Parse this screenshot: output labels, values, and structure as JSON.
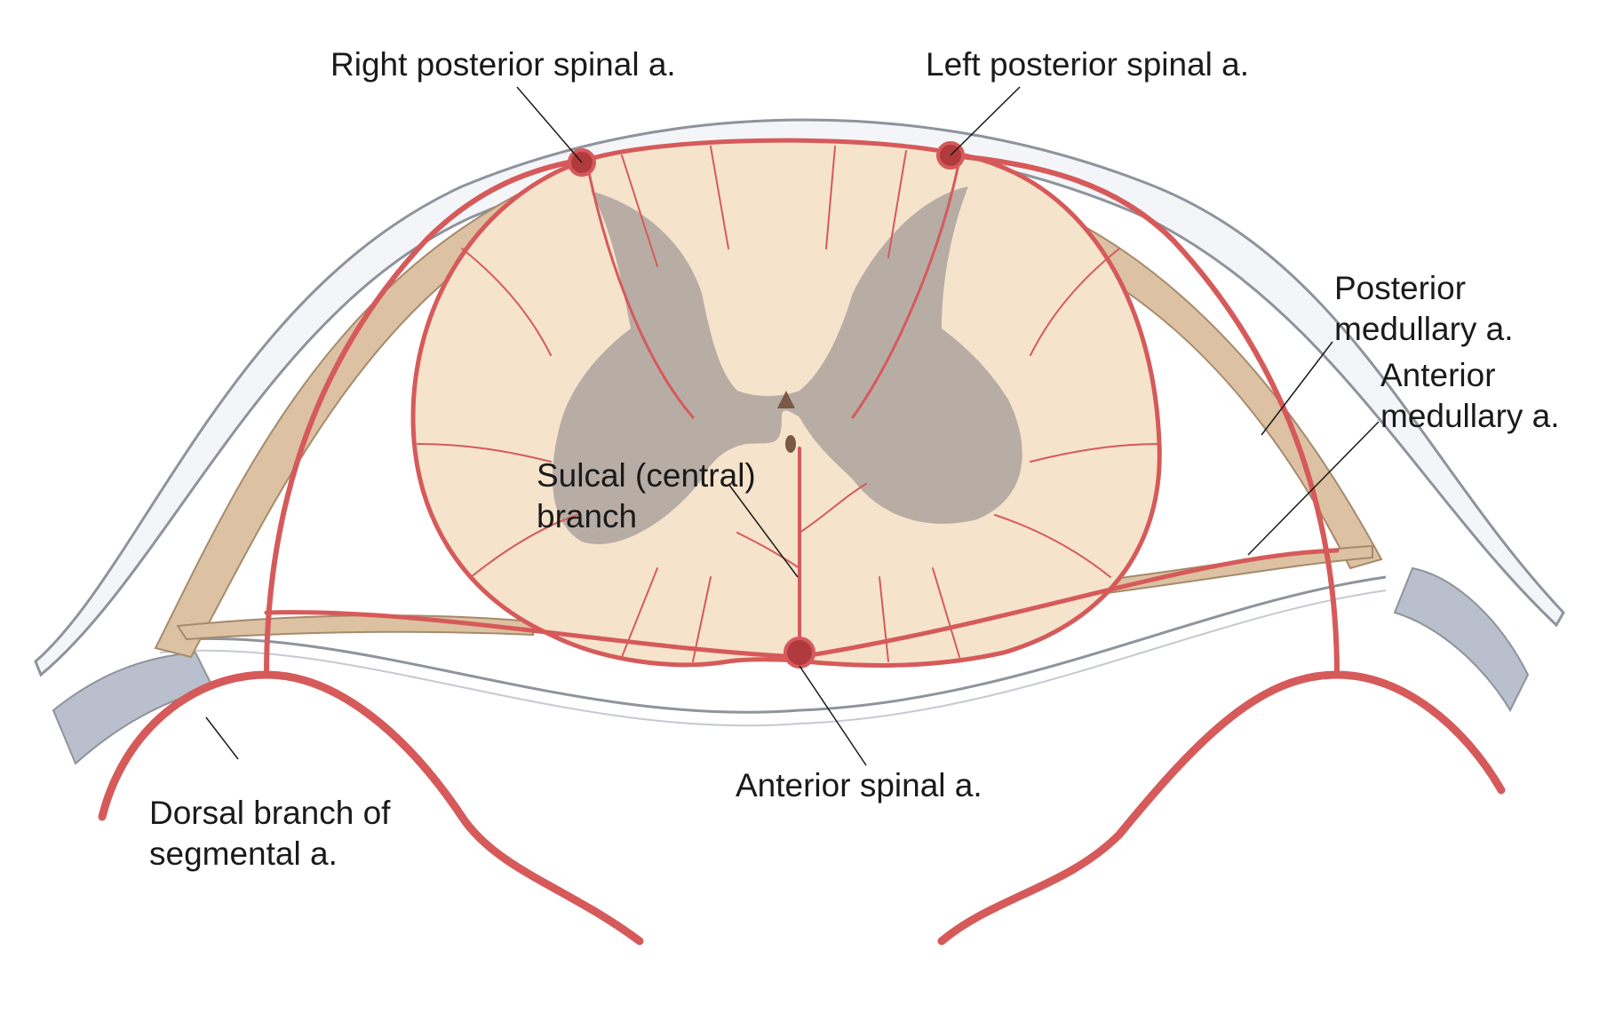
{
  "labels": {
    "right_posterior_spinal": "Right posterior spinal a.",
    "left_posterior_spinal": "Left posterior spinal a.",
    "posterior_medullary": [
      "Posterior",
      "medullary a."
    ],
    "anterior_medullary": [
      "Anterior",
      "medullary a."
    ],
    "sulcal_branch": [
      "Sulcal (central)",
      "branch"
    ],
    "anterior_spinal": "Anterior spinal a.",
    "dorsal_branch": [
      "Dorsal branch of",
      "segmental a."
    ]
  },
  "colors": {
    "artery": "#d65a5a",
    "artery_dark": "#b03a3e",
    "white_matter": "#f6e3cc",
    "gray_matter": "#b8ada5",
    "nerve_root": "#dcc2a2",
    "dura_outline": "#8e939c",
    "vein": "#b9bfcc"
  }
}
